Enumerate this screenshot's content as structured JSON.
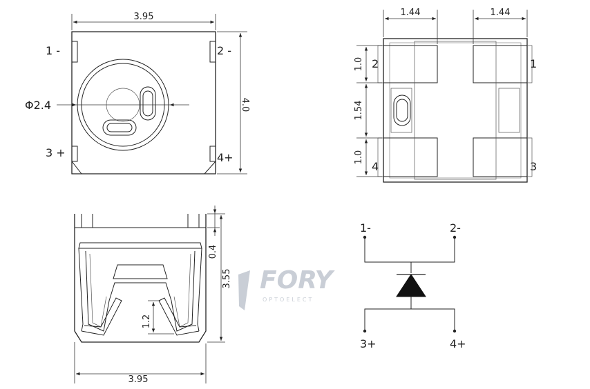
{
  "top_view": {
    "width_label": "3.95",
    "height_label": "4.0",
    "lens_diameter_label": "Φ2.4",
    "pin1": "1 -",
    "pin2": "2 -",
    "pin3": "3 +",
    "pin4": "4+"
  },
  "bottom_view": {
    "left_pad_width": "1.44",
    "right_pad_width": "1.44",
    "pad_height_top": "1.0",
    "pad_gap": "1.54",
    "pad_height_bottom": "1.0",
    "pin_left_top": "2",
    "pin_right_top": "1",
    "pin_left_bottom": "4",
    "pin_right_bottom": "3"
  },
  "side_view": {
    "width_label": "3.95",
    "overall_height_label": "3.55",
    "top_offset_label": "0.4",
    "recess_label": "1.2"
  },
  "schematic": {
    "pin1": "1-",
    "pin2": "2-",
    "pin3": "3+",
    "pin4": "4+"
  },
  "watermark": {
    "brand": "FORY",
    "sub": "OPTOELECT"
  }
}
